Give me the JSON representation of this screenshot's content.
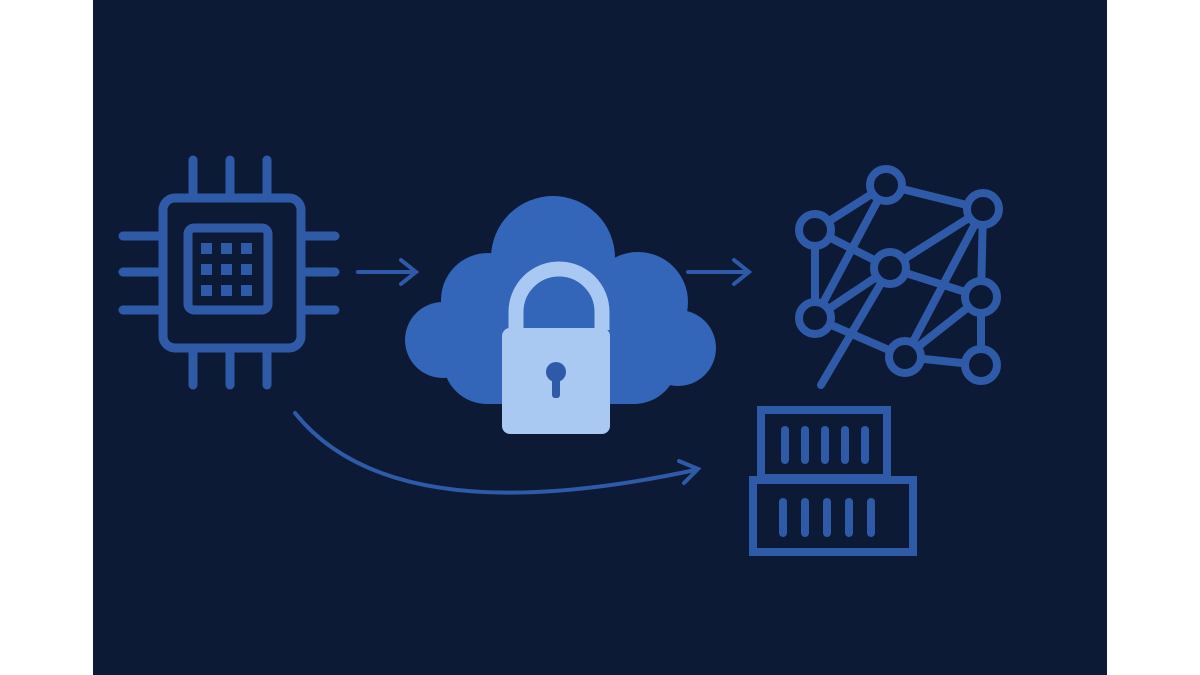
{
  "diagram": {
    "nodes": [
      {
        "id": "processor",
        "icon": "cpu-chip-icon"
      },
      {
        "id": "secure-cloud",
        "icon": "cloud-lock-icon"
      },
      {
        "id": "network",
        "icon": "network-graph-icon"
      },
      {
        "id": "storage",
        "icon": "server-stack-icon"
      }
    ],
    "edges": [
      {
        "from": "processor",
        "to": "secure-cloud",
        "style": "straight-arrow"
      },
      {
        "from": "secure-cloud",
        "to": "network",
        "style": "straight-arrow"
      },
      {
        "from": "processor",
        "to": "storage",
        "style": "curved-arrow"
      }
    ]
  },
  "colors": {
    "background": "#0d1a36",
    "outer_margin": "#ffffff",
    "line": "#2f5aa8",
    "cloud": "#3366b8",
    "lock": "#a9c9f2"
  }
}
